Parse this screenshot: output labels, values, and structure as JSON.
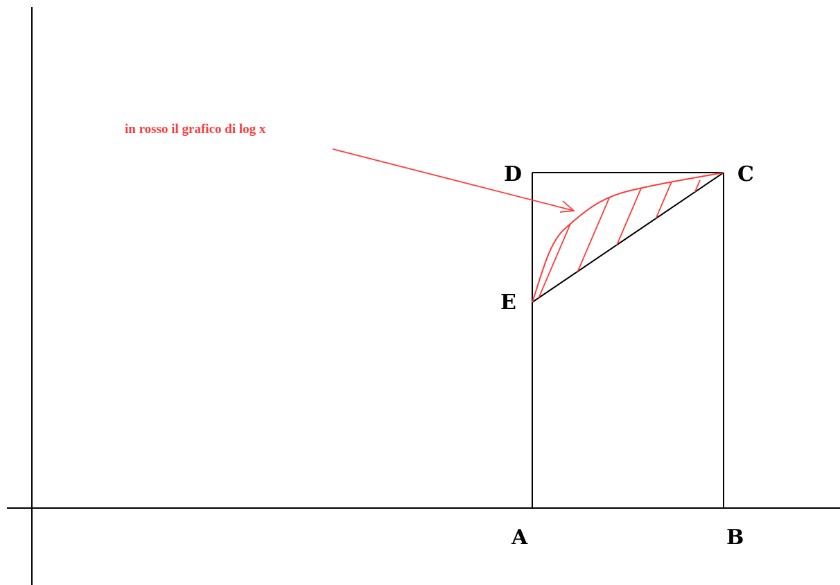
{
  "annotation": "in rosso il grafico di log x",
  "points": {
    "A": "A",
    "B": "B",
    "C": "C",
    "D": "D",
    "E": "E"
  },
  "colors": {
    "line": "#000000",
    "curve": "#ff3b3b",
    "annotation": "#ff3b3b"
  }
}
